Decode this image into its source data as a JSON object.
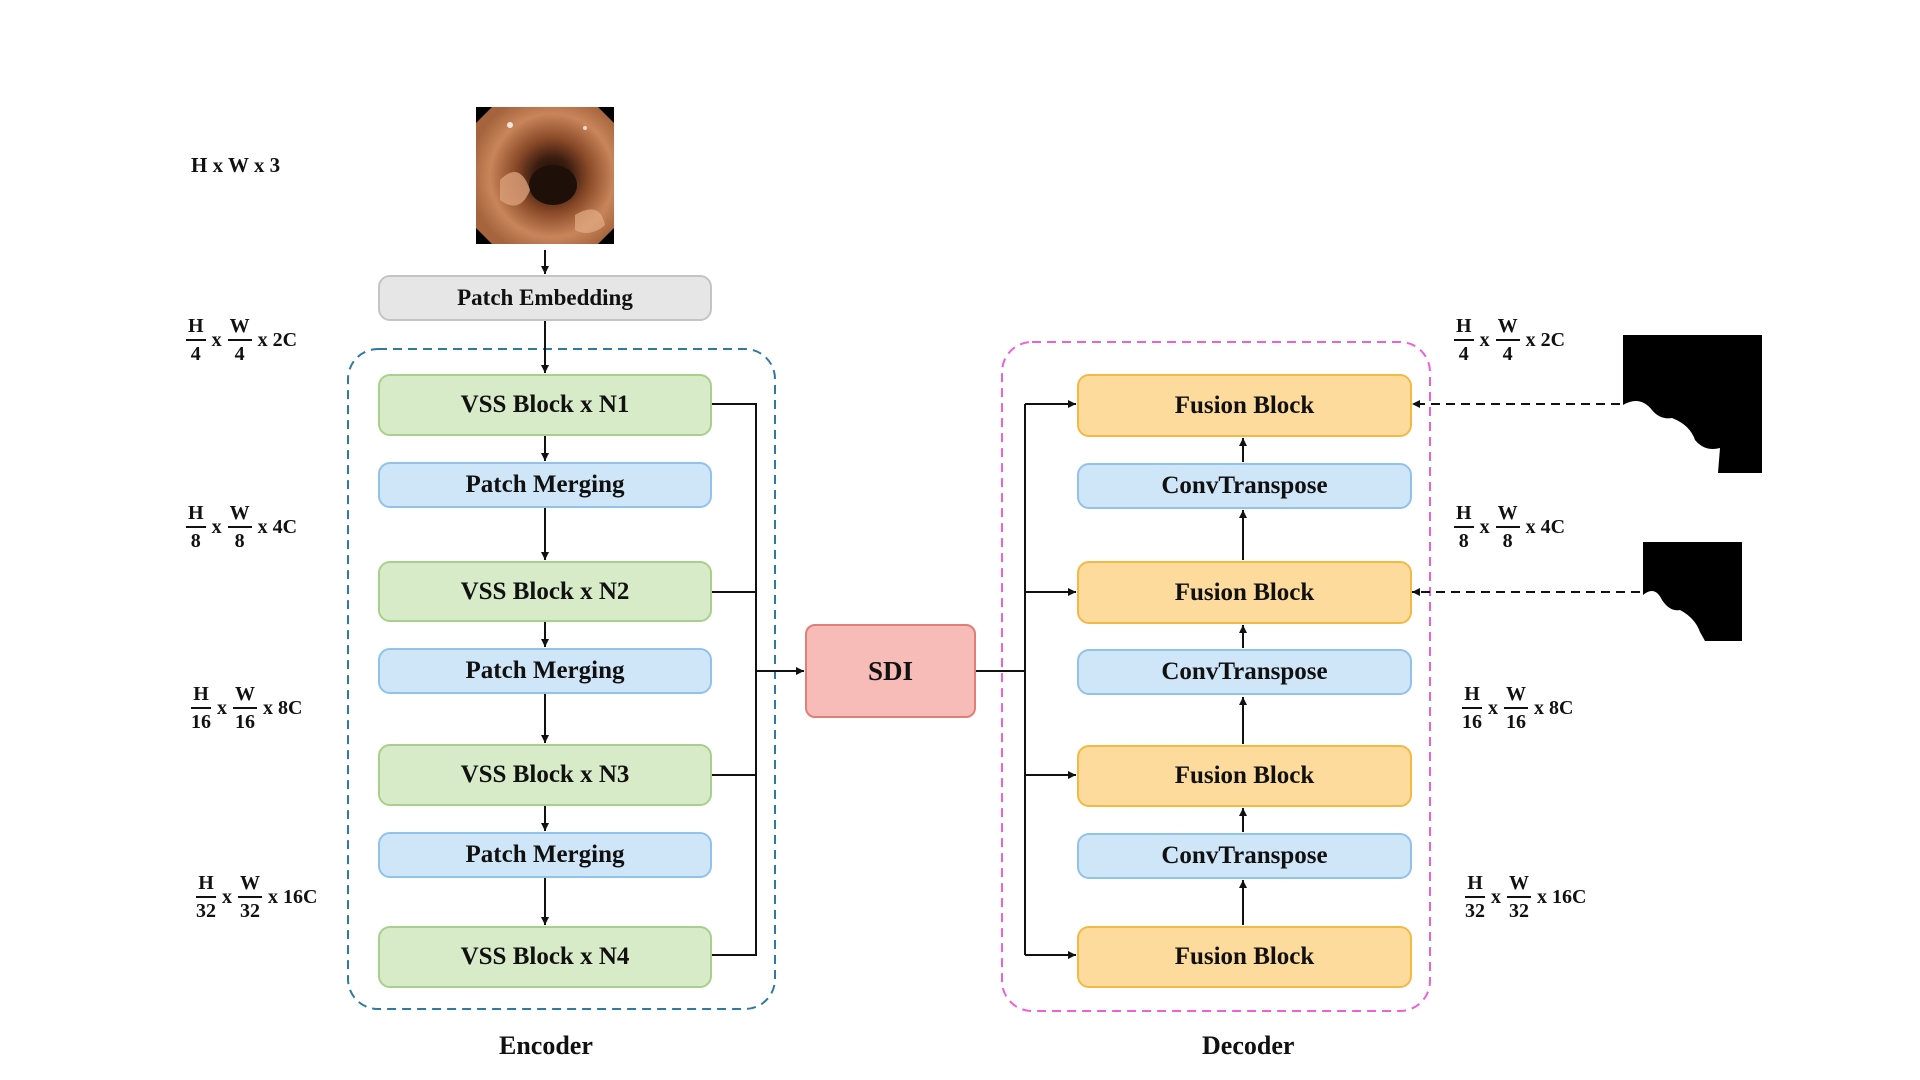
{
  "input_dim": "H x W x 3",
  "encoder": {
    "caption": "Encoder",
    "patch_embedding": "Patch Embedding",
    "vss_blocks": [
      "VSS Block x N1",
      "VSS Block x N2",
      "VSS Block x N3",
      "VSS Block x N4"
    ],
    "patch_merging": [
      "Patch Merging",
      "Patch Merging",
      "Patch Merging"
    ],
    "color": "#2e7aa0"
  },
  "sdi": {
    "label": "SDI"
  },
  "decoder": {
    "caption": "Decoder",
    "fusion_blocks": [
      "Fusion Block",
      "Fusion Block",
      "Fusion Block",
      "Fusion Block"
    ],
    "conv_transpose": [
      "ConvTranspose",
      "ConvTranspose",
      "ConvTranspose"
    ],
    "color": "#ee5fd9"
  },
  "dims": [
    {
      "h": "4",
      "w": "4",
      "c": "x 2C"
    },
    {
      "h": "8",
      "w": "8",
      "c": "x 4C"
    },
    {
      "h": "16",
      "w": "16",
      "c": "x 8C"
    },
    {
      "h": "32",
      "w": "32",
      "c": "x 16C"
    }
  ],
  "dim_symbols": {
    "h": "H",
    "w": "W",
    "times": "x"
  },
  "images": {
    "input": "endoscopy-input-image",
    "masks": [
      "segmentation-mask-1",
      "segmentation-mask-2"
    ]
  }
}
